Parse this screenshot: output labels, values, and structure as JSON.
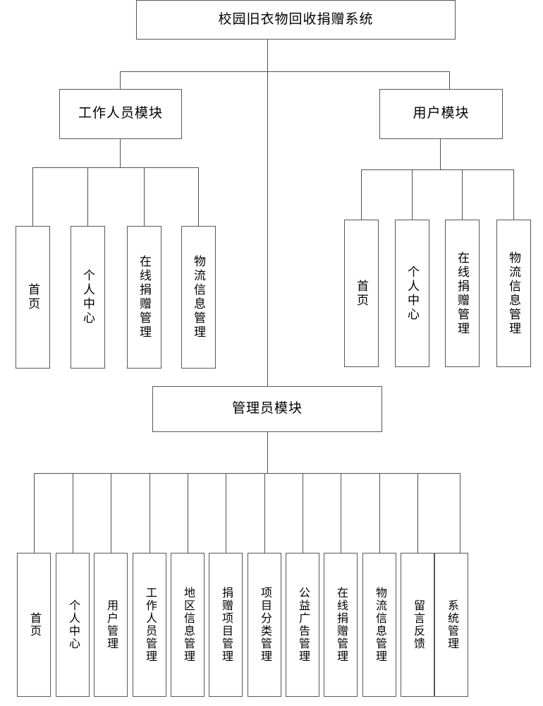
{
  "diagram": {
    "type": "system-function-tree",
    "title": "校园旧衣物回收捐赠系统",
    "root": {
      "label": "校园旧衣物回收捐赠系统"
    },
    "modules": [
      {
        "id": "staff",
        "label": "工作人员模块",
        "children": [
          {
            "label": "首页"
          },
          {
            "label": "个人中心"
          },
          {
            "label": "在线捐赠管理"
          },
          {
            "label": "物流信息管理"
          }
        ]
      },
      {
        "id": "admin",
        "label": "管理员模块",
        "children": [
          {
            "label": "首页"
          },
          {
            "label": "个人中心"
          },
          {
            "label": "用户管理"
          },
          {
            "label": "工作人员管理"
          },
          {
            "label": "地区信息管理"
          },
          {
            "label": "捐赠项目管理"
          },
          {
            "label": "项目分类管理"
          },
          {
            "label": "公益广告管理"
          },
          {
            "label": "在线捐赠管理"
          },
          {
            "label": "物流信息管理"
          },
          {
            "label": "留言反馈"
          },
          {
            "label": "系统管理"
          }
        ]
      },
      {
        "id": "user",
        "label": "用户模块",
        "children": [
          {
            "label": "首页"
          },
          {
            "label": "个人中心"
          },
          {
            "label": "在线捐赠管理"
          },
          {
            "label": "物流信息管理"
          }
        ]
      }
    ],
    "colors": {
      "box_border": "#55585c",
      "connector": "#4f5256",
      "background": "#ffffff",
      "text": "#000000"
    }
  }
}
